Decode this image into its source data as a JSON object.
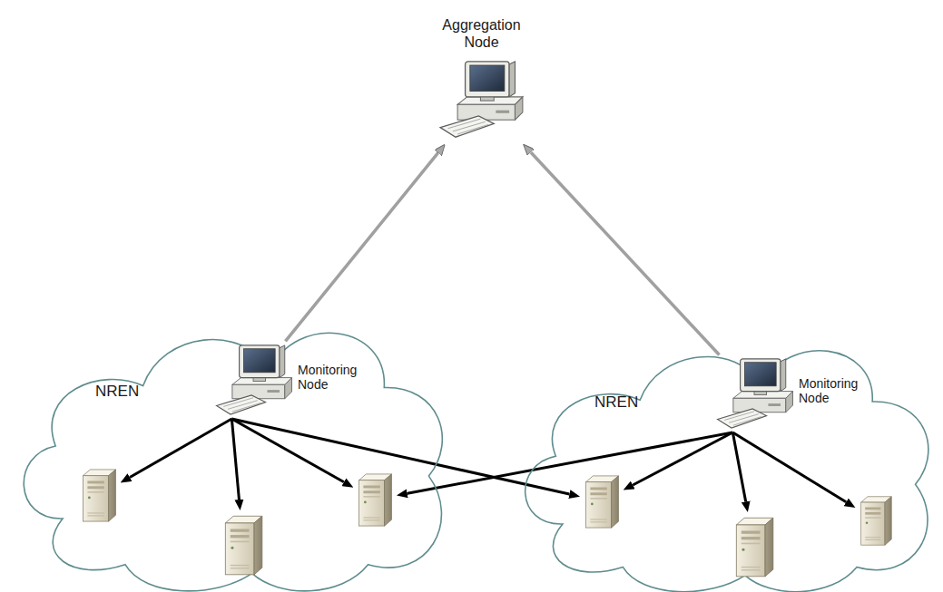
{
  "diagram": {
    "nodes": [
      {
        "text": [
          "Aggregation Node"
        ]
      },
      {
        "text": [
          "NREN"
        ]
      },
      {
        "text": [
          "Monitoring Node"
        ],
        "in": 1
      },
      {
        "text": [],
        "in": 1
      },
      {
        "text": [],
        "in": 1
      },
      {
        "text": [],
        "in": 1
      },
      {
        "text": [
          "NREN"
        ]
      },
      {
        "text": [
          "Monitoring Node"
        ],
        "in": 6
      },
      {
        "text": [],
        "in": 6
      },
      {
        "text": [],
        "in": 6
      },
      {
        "text": [],
        "in": 6
      }
    ],
    "edges": [
      {
        "from": 2,
        "to": 0,
        "arrow": "to"
      },
      {
        "from": 7,
        "to": 0,
        "arrow": "to"
      },
      {
        "from": 2,
        "to": 3,
        "arrow": "to"
      },
      {
        "from": 2,
        "to": 4,
        "arrow": "to"
      },
      {
        "from": 2,
        "to": 5,
        "arrow": "to"
      },
      {
        "from": 2,
        "to": 8,
        "arrow": "to"
      },
      {
        "from": 7,
        "to": 5,
        "arrow": "to"
      },
      {
        "from": 7,
        "to": 8,
        "arrow": "to"
      },
      {
        "from": 7,
        "to": 9,
        "arrow": "to"
      },
      {
        "from": 7,
        "to": 10,
        "arrow": "to"
      }
    ]
  }
}
